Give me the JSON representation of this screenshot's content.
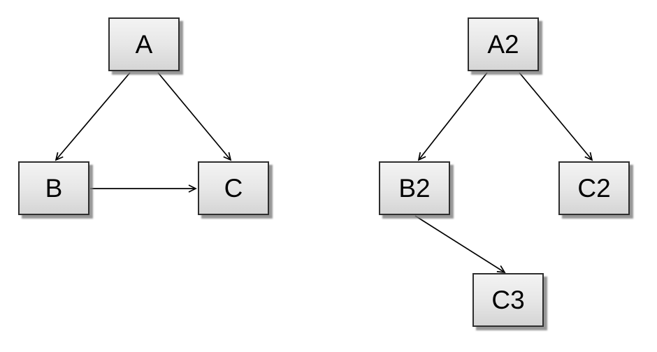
{
  "diagram": {
    "background_color": "#ffffff",
    "node_style": {
      "fill_top": "#f3f3f3",
      "fill_bottom": "#d5d5d5",
      "border_color": "#2e2e2e",
      "shadow_color": "#7d7d7d",
      "text_color": "#000000"
    },
    "edge_style": {
      "color": "#000000",
      "arrowhead": "open-v"
    },
    "graphs": [
      {
        "id": "left-graph",
        "nodes": [
          {
            "id": "A",
            "label": "A"
          },
          {
            "id": "B",
            "label": "B"
          },
          {
            "id": "C",
            "label": "C"
          }
        ],
        "edges": [
          {
            "from": "A",
            "to": "B"
          },
          {
            "from": "A",
            "to": "C"
          },
          {
            "from": "B",
            "to": "C"
          }
        ]
      },
      {
        "id": "right-graph",
        "nodes": [
          {
            "id": "A2",
            "label": "A2"
          },
          {
            "id": "B2",
            "label": "B2"
          },
          {
            "id": "C2",
            "label": "C2"
          },
          {
            "id": "C3",
            "label": "C3"
          }
        ],
        "edges": [
          {
            "from": "A2",
            "to": "B2"
          },
          {
            "from": "A2",
            "to": "C2"
          },
          {
            "from": "B2",
            "to": "C3"
          }
        ]
      }
    ]
  }
}
